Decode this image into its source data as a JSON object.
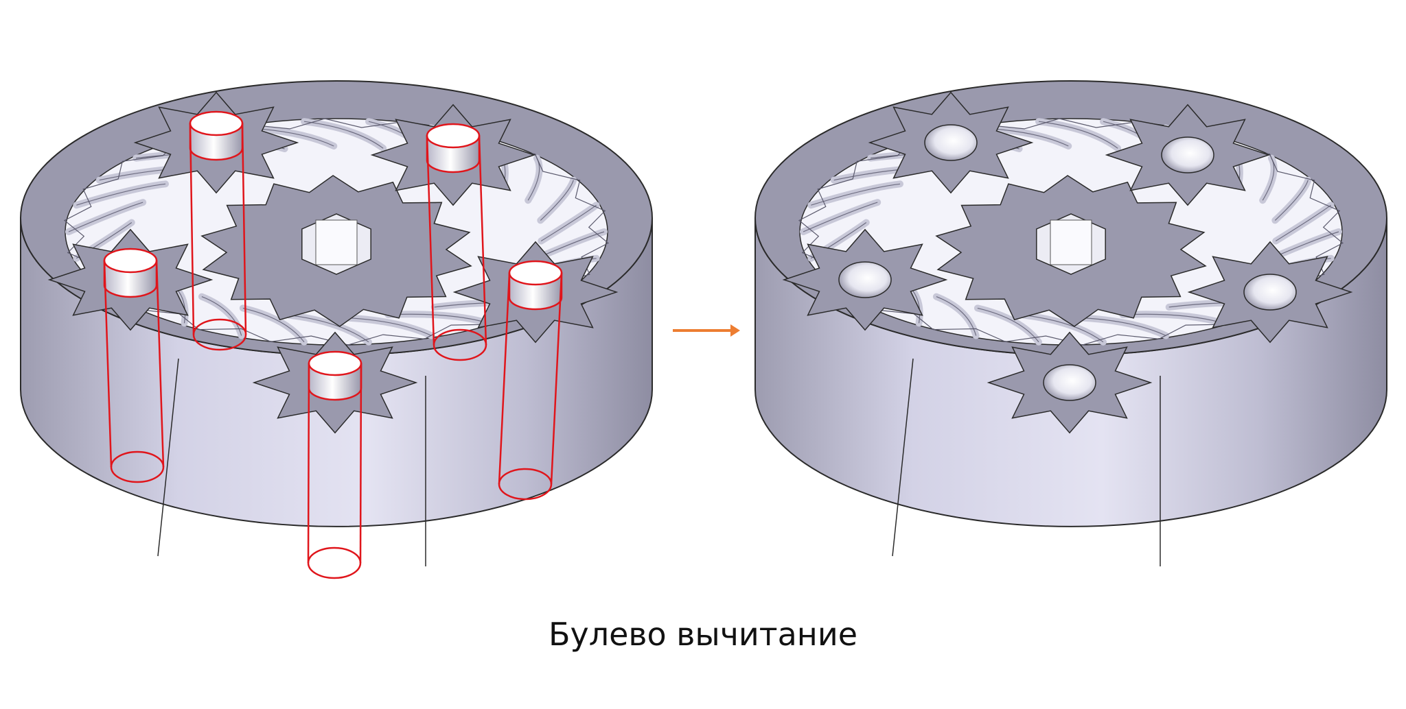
{
  "caption": "Булево вычитание",
  "colors": {
    "cut_outline": "#e0151b",
    "arrow": "#ed7d31",
    "face_top": "#9a99ad",
    "side": "#c9c8dc",
    "flute": "#f3f3fa",
    "edge": "#2a2a2a"
  },
  "left_model": {
    "sun_gear": {
      "teeth": 14,
      "hole_shape": "hexagon"
    },
    "planet_gears": [
      {
        "name": "planet-top-left",
        "teeth": 8,
        "pin": "cylinder"
      },
      {
        "name": "planet-top-right",
        "teeth": 8,
        "pin": "cylinder"
      },
      {
        "name": "planet-left",
        "teeth": 8,
        "pin": "cylinder"
      },
      {
        "name": "planet-right",
        "teeth": 8,
        "pin": "cylinder"
      },
      {
        "name": "planet-bottom",
        "teeth": 8,
        "pin": "cylinder"
      }
    ]
  },
  "right_model": {
    "sun_gear": {
      "teeth": 14,
      "hole_shape": "hexagon"
    },
    "planet_gears": [
      {
        "name": "planet-top-left",
        "teeth": 8,
        "pin": "hole"
      },
      {
        "name": "planet-top-right",
        "teeth": 8,
        "pin": "hole"
      },
      {
        "name": "planet-left",
        "teeth": 8,
        "pin": "hole"
      },
      {
        "name": "planet-right",
        "teeth": 8,
        "pin": "hole"
      },
      {
        "name": "planet-bottom",
        "teeth": 8,
        "pin": "hole"
      }
    ]
  },
  "operation_arrow": "right-arrow"
}
